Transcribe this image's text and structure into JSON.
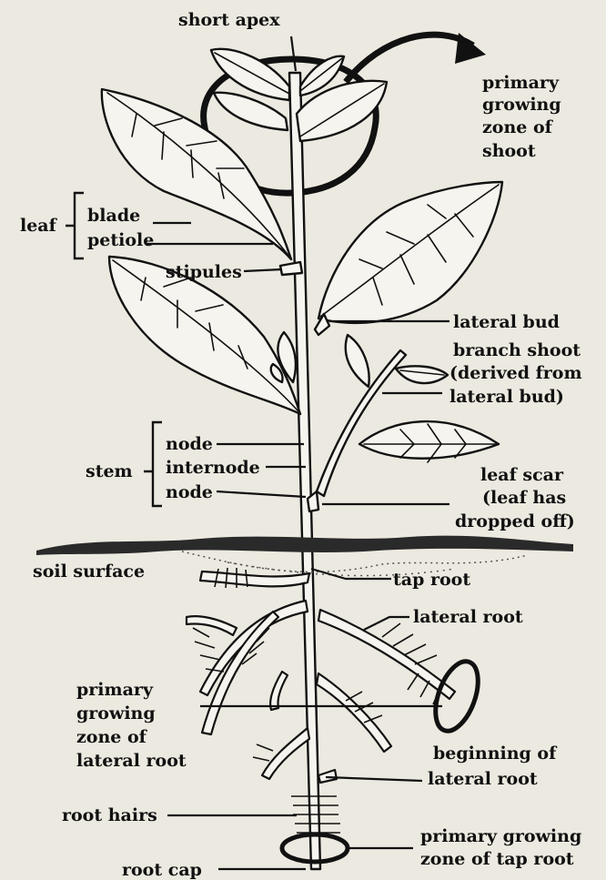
{
  "labels": {
    "short_apex": "short apex",
    "primary_growing_zone_shoot": [
      "primary",
      "growing",
      "zone of",
      "shoot"
    ],
    "leaf": "leaf",
    "blade": "blade",
    "petiole": "petiole",
    "stipules": "stipules",
    "lateral_bud": "lateral bud",
    "branch_shoot": [
      "branch shoot",
      "(derived from",
      "lateral bud)"
    ],
    "stem": "stem",
    "node_upper": "node",
    "internode": "internode",
    "node_lower": "node",
    "leaf_scar": [
      "leaf scar",
      "(leaf has",
      "dropped off)"
    ],
    "soil_surface": "soil surface",
    "tap_root": "tap root",
    "lateral_root": "lateral root",
    "primary_growing_zone_lateral_root": [
      "primary",
      "growing",
      "zone of",
      "lateral root"
    ],
    "beginning_of_lateral_root": [
      "beginning of",
      "lateral root"
    ],
    "root_hairs": "root hairs",
    "primary_growing_zone_tap_root": [
      "primary growing",
      "zone of tap root"
    ],
    "root_cap": "root cap"
  },
  "colors": {
    "background": "#ece9e0",
    "ink": "#111111",
    "soil": "#2a2a2a"
  }
}
